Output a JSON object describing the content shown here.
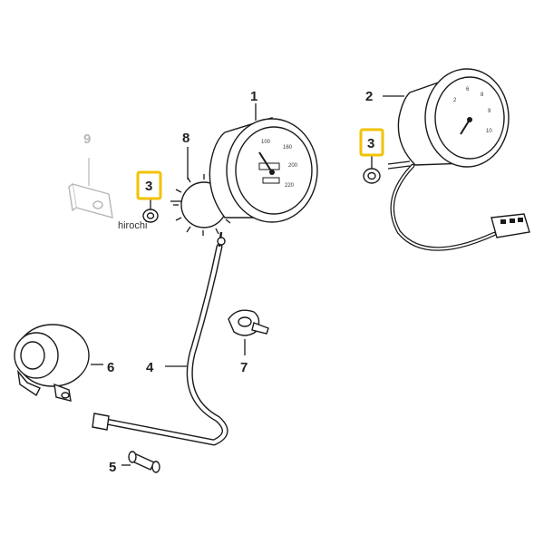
{
  "diagram": {
    "callouts": [
      {
        "id": "p1",
        "number": "1"
      },
      {
        "id": "p2",
        "number": "2"
      },
      {
        "id": "p3a",
        "number": "3",
        "highlighted": true
      },
      {
        "id": "p3b",
        "number": "3",
        "highlighted": true
      },
      {
        "id": "p4",
        "number": "4"
      },
      {
        "id": "p5",
        "number": "5"
      },
      {
        "id": "p6",
        "number": "6"
      },
      {
        "id": "p7",
        "number": "7"
      },
      {
        "id": "p8",
        "number": "8"
      },
      {
        "id": "p9",
        "number": "9",
        "faded": true
      }
    ],
    "watermark": "hirochi",
    "highlight_color": "#f2c200"
  }
}
